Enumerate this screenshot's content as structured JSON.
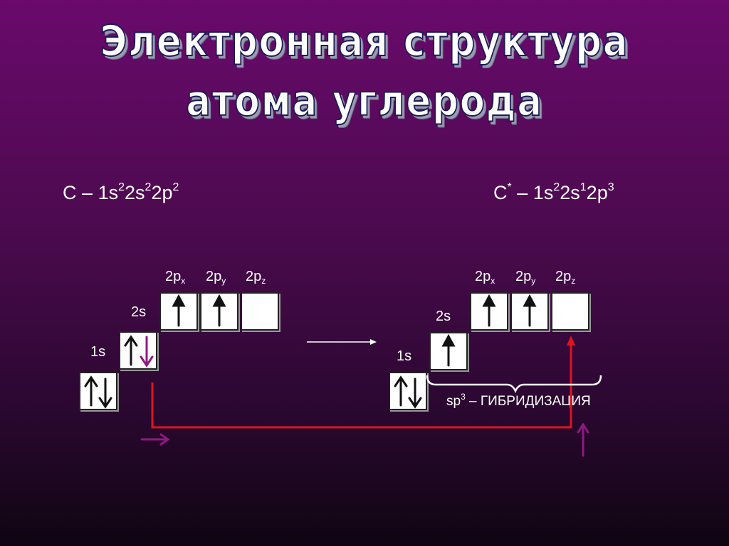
{
  "title": {
    "line1": "Электронная структура",
    "line2": "атома углерода"
  },
  "left": {
    "formula": {
      "symbol": "C",
      "dash": "–",
      "parts": [
        "1s",
        "2",
        "2s",
        "2",
        "2p",
        "2"
      ]
    },
    "labels": {
      "s1": "1s",
      "s2": "2s",
      "px": "2p",
      "px_sub": "x",
      "py": "2p",
      "py_sub": "y",
      "pz": "2p",
      "pz_sub": "z"
    }
  },
  "right": {
    "formula": {
      "symbol": "C",
      "star": "*",
      "dash": "–",
      "parts": [
        "1s",
        "2",
        "2s",
        "1",
        "2p",
        "3"
      ]
    },
    "labels": {
      "s1": "1s",
      "s2": "2s",
      "px": "2p",
      "px_sub": "x",
      "py": "2p",
      "py_sub": "y",
      "pz": "2p",
      "pz_sub": "z"
    },
    "hybridization": {
      "pre": "sp",
      "sup": "3",
      "post": " – ГИБРИДИЗАЦИЯ"
    }
  },
  "colors": {
    "background_top": "#6a0a6c",
    "background_bottom": "#0f0512",
    "transition_line": "#e0141e",
    "electron_move_arrow": "#8e1a80",
    "cell_fill": "#ffffff"
  },
  "orbital_electrons": {
    "left_1s": "up-down",
    "left_2s": "up-down (down electron highlighted)",
    "left_2px": "up",
    "left_2py": "up",
    "left_2pz": "empty",
    "right_1s": "up-down",
    "right_2s": "up",
    "right_2px": "up",
    "right_2py": "up",
    "right_2pz": "empty"
  }
}
